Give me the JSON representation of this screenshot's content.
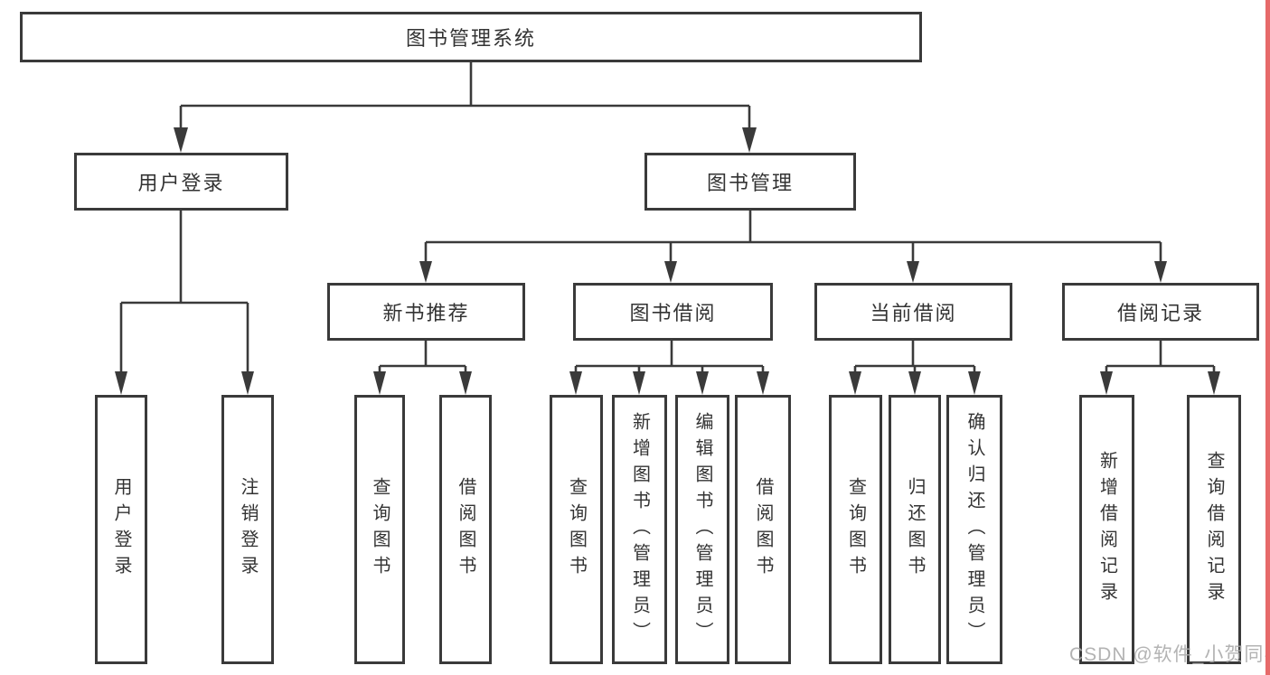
{
  "diagram": {
    "root": {
      "label": "图书管理系统"
    },
    "level2": [
      {
        "label": "用户登录"
      },
      {
        "label": "图书管理"
      }
    ],
    "level3": [
      {
        "label": "新书推荐",
        "parent": "图书管理"
      },
      {
        "label": "图书借阅",
        "parent": "图书管理"
      },
      {
        "label": "当前借阅",
        "parent": "图书管理"
      },
      {
        "label": "借阅记录",
        "parent": "图书管理"
      }
    ],
    "leaves": [
      {
        "label": "用户登录",
        "parent": "用户登录"
      },
      {
        "label": "注销登录",
        "parent": "用户登录"
      },
      {
        "label": "查询图书",
        "parent": "新书推荐"
      },
      {
        "label": "借阅图书",
        "parent": "新书推荐"
      },
      {
        "label": "查询图书",
        "parent": "图书借阅"
      },
      {
        "label": "新增图书（管理员）",
        "parent": "图书借阅"
      },
      {
        "label": "编辑图书（管理员）",
        "parent": "图书借阅"
      },
      {
        "label": "借阅图书",
        "parent": "图书借阅"
      },
      {
        "label": "查询图书",
        "parent": "当前借阅"
      },
      {
        "label": "归还图书",
        "parent": "当前借阅"
      },
      {
        "label": "确认归还（管理员）",
        "parent": "当前借阅"
      },
      {
        "label": "新增借阅记录",
        "parent": "借阅记录"
      },
      {
        "label": "查询借阅记录",
        "parent": "借阅记录"
      }
    ],
    "watermark": {
      "text": "CSDN @软件_小贺同学"
    },
    "colors": {
      "line": "#3a3a3a",
      "box_border": "#3a3a3a",
      "background": "#ffffff",
      "watermark_text": "#ababab",
      "right_edge_strip": "#e66a6a"
    }
  }
}
